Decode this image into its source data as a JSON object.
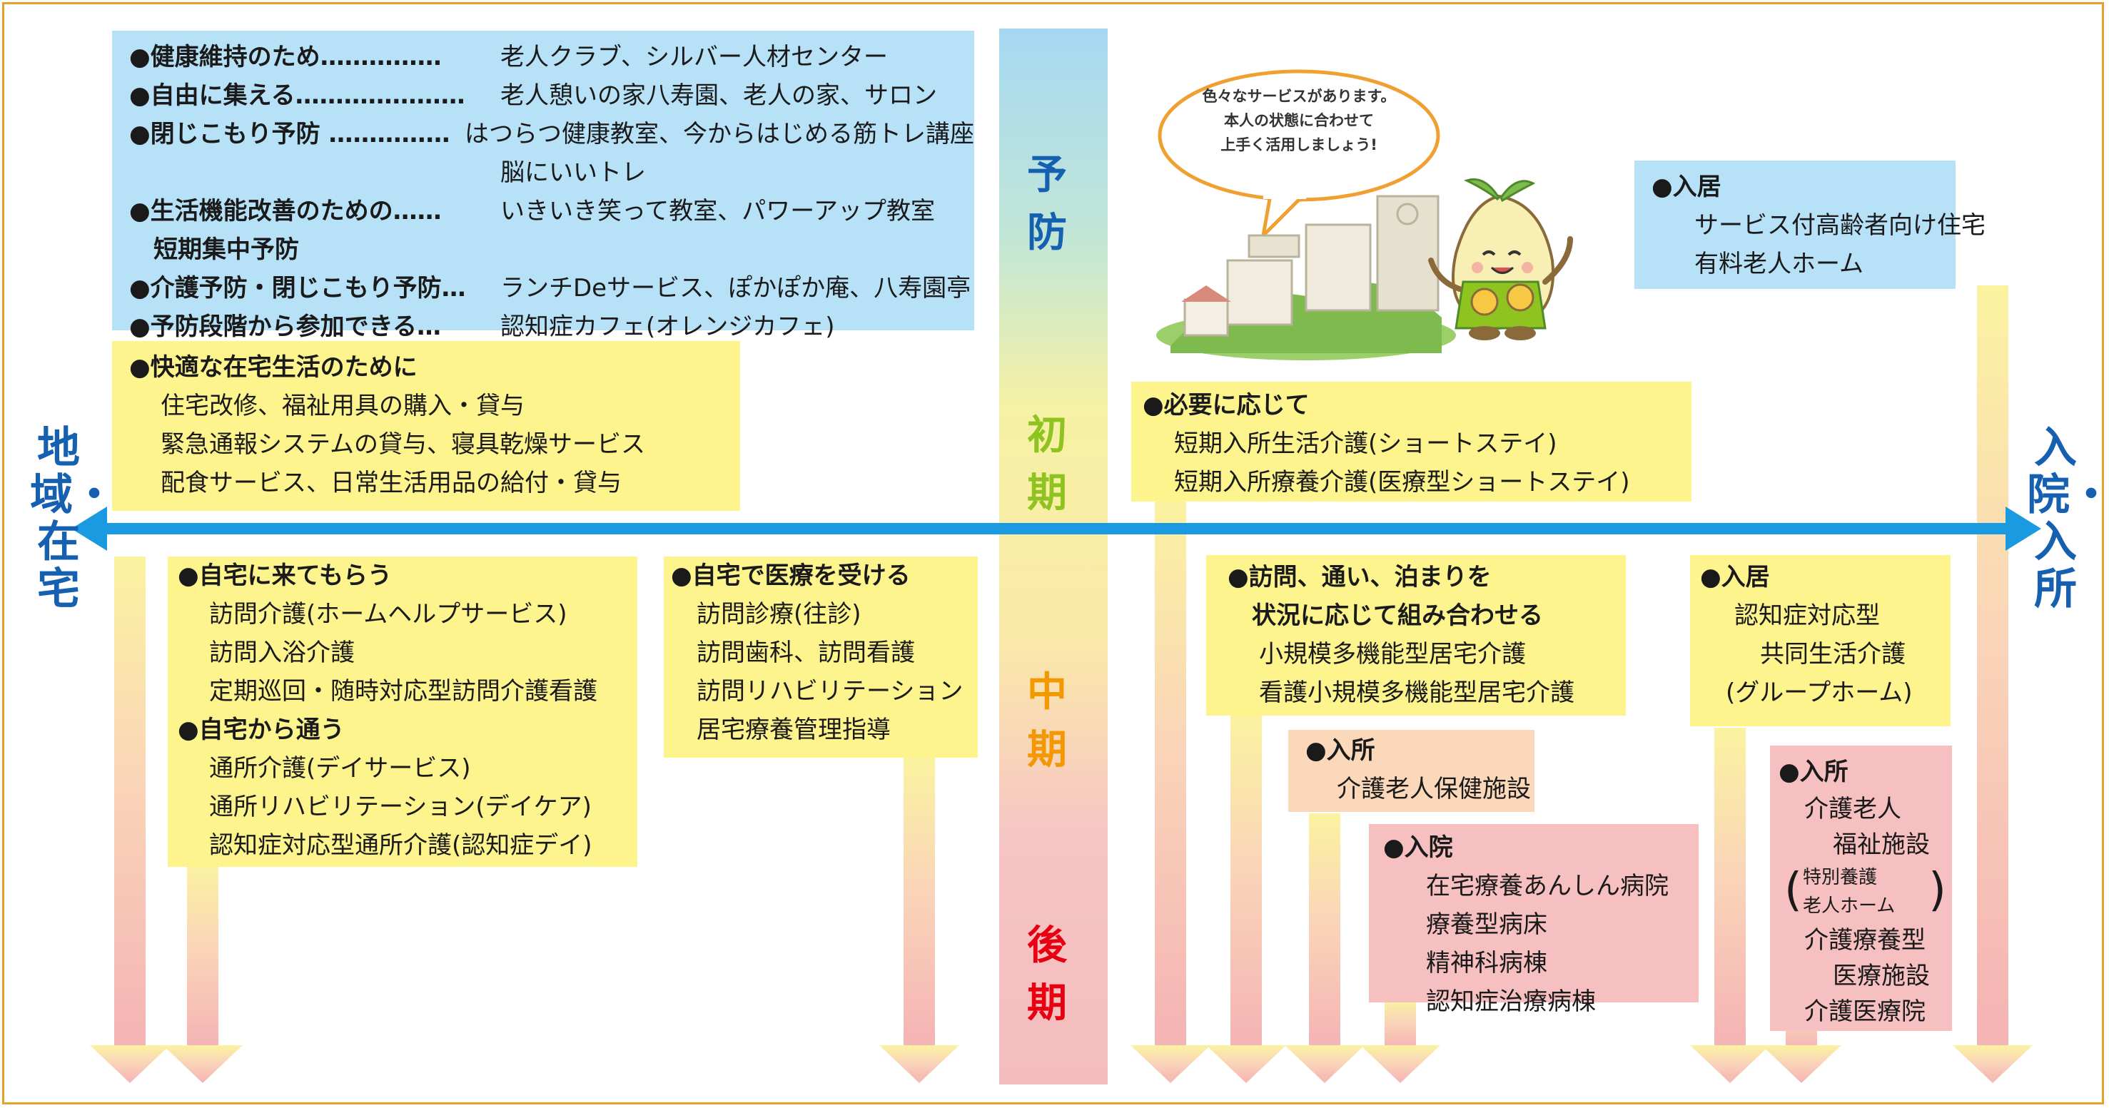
{
  "stages": [
    "予 防",
    "初 期",
    "中 期",
    "後 期"
  ],
  "axis": {
    "left_label": "地域・在宅",
    "right_label": "入院・入所"
  },
  "speech_bubble": [
    "色々なサービスがあります。",
    "本人の状態に合わせて",
    "上手く活用しましょう!"
  ],
  "prevention_box": {
    "rows": [
      {
        "label": "●健康維持のため……………",
        "value": "老人クラブ、シルバー人材センター"
      },
      {
        "label": "●自由に集える…………………",
        "value": "老人憩いの家八寿園、老人の家、サロン"
      },
      {
        "label": "●閉じこもり予防 ……………",
        "value": "はつらつ健康教室、今からはじめる筋トレ講座"
      },
      {
        "label": "",
        "value": "脳にいいトレ"
      },
      {
        "label": "●生活機能改善のための……",
        "value": "いきいき笑って教室、パワーアップ教室"
      },
      {
        "label": "　短期集中予防",
        "value": ""
      },
      {
        "label": "●介護予防・閉じこもり予防…",
        "value": "ランチDeサービス、ぽかぽか庵、八寿園亭"
      },
      {
        "label": "●予防段階から参加できる…",
        "value": "認知症カフェ(オレンジカフェ)"
      }
    ]
  },
  "home_life_box": {
    "heading": "●快適な在宅生活のために",
    "items": [
      "住宅改修、福祉用具の購入・貸与",
      "緊急通報システムの貸与、寝具乾燥サービス",
      "配食サービス、日常生活用品の給付・貸与"
    ]
  },
  "visit_box": {
    "heading1": "●自宅に来てもらう",
    "items1": [
      "訪問介護(ホームヘルプサービス)",
      "訪問入浴介護",
      "定期巡回・随時対応型訪問介護看護"
    ],
    "heading2": "●自宅から通う",
    "items2": [
      "通所介護(デイサービス)",
      "通所リハビリテーション(デイケア)",
      "認知症対応型通所介護(認知症デイ)"
    ]
  },
  "medical_home_box": {
    "heading": "●自宅で医療を受ける",
    "items": [
      "訪問診療(往診)",
      "訪問歯科、訪問看護",
      "訪問リハビリテーション",
      "居宅療養管理指導"
    ]
  },
  "housing_box": {
    "heading": "●入居",
    "items": [
      "サービス付高齢者向け住宅",
      "有料老人ホーム"
    ]
  },
  "short_stay_box": {
    "heading": "●必要に応じて",
    "items": [
      "短期入所生活介護(ショートステイ)",
      "短期入所療養介護(医療型ショートステイ)"
    ]
  },
  "combo_box": {
    "heading": [
      "●訪問、通い、泊まりを",
      "状況に応じて組み合わせる"
    ],
    "items": [
      "小規模多機能型居宅介護",
      "看護小規模多機能型居宅介護"
    ]
  },
  "group_home_box": {
    "heading": "●入居",
    "items": [
      "認知症対応型",
      "共同生活介護",
      "(グループホーム)"
    ]
  },
  "health_facility_box": {
    "heading": "●入所",
    "items": [
      "介護老人保健施設"
    ]
  },
  "hospital_box": {
    "heading": "●入院",
    "items": [
      "在宅療養あんしん病院",
      "療養型病床",
      "精神科病棟",
      "認知症治療病棟"
    ]
  },
  "nursing_box": {
    "heading": "●入所",
    "items": [
      "介護老人",
      "福祉施設",
      "特別養護",
      "老人ホーム",
      "介護療養型",
      "医療施設",
      "介護医療院"
    ]
  },
  "colors": {
    "blue_box": "#b7e1f7",
    "yellow_box": "#fdf48e",
    "peach_box": "#fbd8b9",
    "pink_box": "#f6bfc0",
    "axis": "#1a9ae0",
    "side_text": "#1560b0",
    "frame": "#e6a12a"
  }
}
